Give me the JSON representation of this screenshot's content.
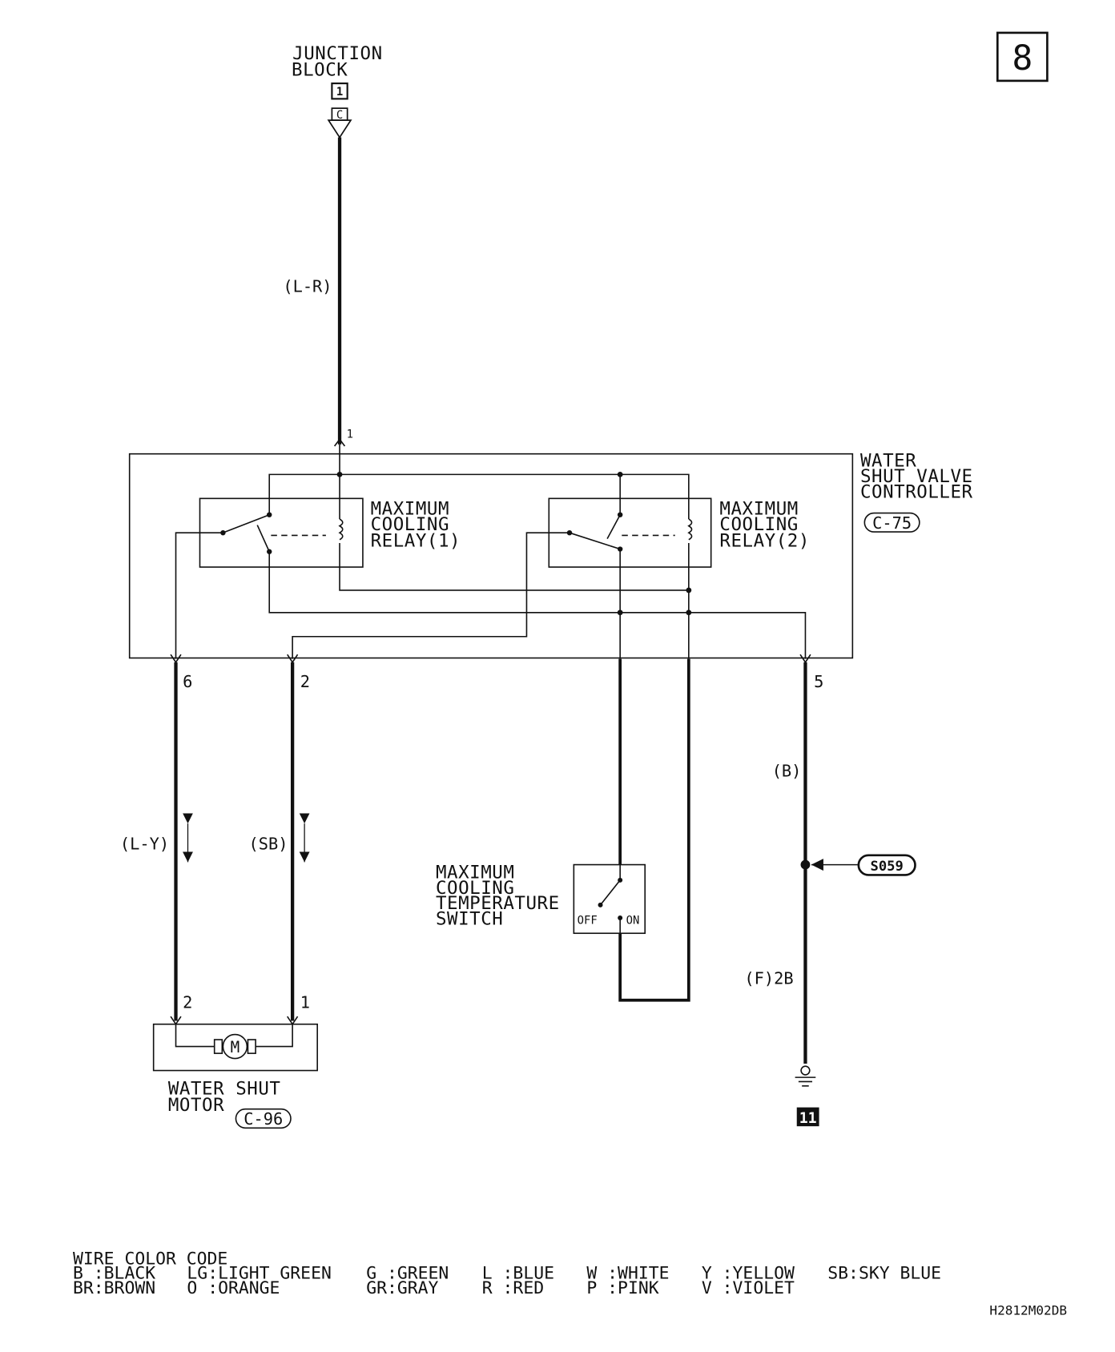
{
  "page_number": "8",
  "junction_block": {
    "label_line1": "JUNCTION",
    "label_line2": "BLOCK",
    "ref": "1",
    "terminal": "C"
  },
  "wires": {
    "top": "(L-R)",
    "motor_left": "(L-Y)",
    "motor_right": "(SB)",
    "ground_upper": "(B)",
    "ground_lower": "(F)2B"
  },
  "controller": {
    "name_line1": "WATER",
    "name_line2": "SHUT VALVE",
    "name_line3": "CONTROLLER",
    "connector": "C-75",
    "relay1": {
      "line1": "MAXIMUM",
      "line2": "COOLING",
      "line3": "RELAY(1)"
    },
    "relay2": {
      "line1": "MAXIMUM",
      "line2": "COOLING",
      "line3": "RELAY(2)"
    },
    "pins": {
      "top": "1",
      "p6": "6",
      "p2": "2",
      "p5": "5"
    }
  },
  "temp_switch": {
    "line1": "MAXIMUM",
    "line2": "COOLING",
    "line3": "TEMPERATURE",
    "line4": "SWITCH",
    "off": "OFF",
    "on": "ON"
  },
  "motor": {
    "name_line1": "WATER SHUT",
    "name_line2": "MOTOR",
    "connector": "C-96",
    "symbol": "M",
    "pin_left": "2",
    "pin_right": "1"
  },
  "splice": "S059",
  "ground_ref": "11",
  "color_code": {
    "title": "WIRE COLOR CODE",
    "row1": [
      "B :BLACK",
      "LG:LIGHT GREEN",
      "G :GREEN",
      "L :BLUE",
      "W :WHITE",
      "Y :YELLOW",
      "SB:SKY BLUE"
    ],
    "row2": [
      "BR:BROWN",
      "O :ORANGE",
      "GR:GRAY",
      "R :RED",
      "P :PINK",
      "V :VIOLET"
    ]
  },
  "drawing_id": "H2812M02DB"
}
